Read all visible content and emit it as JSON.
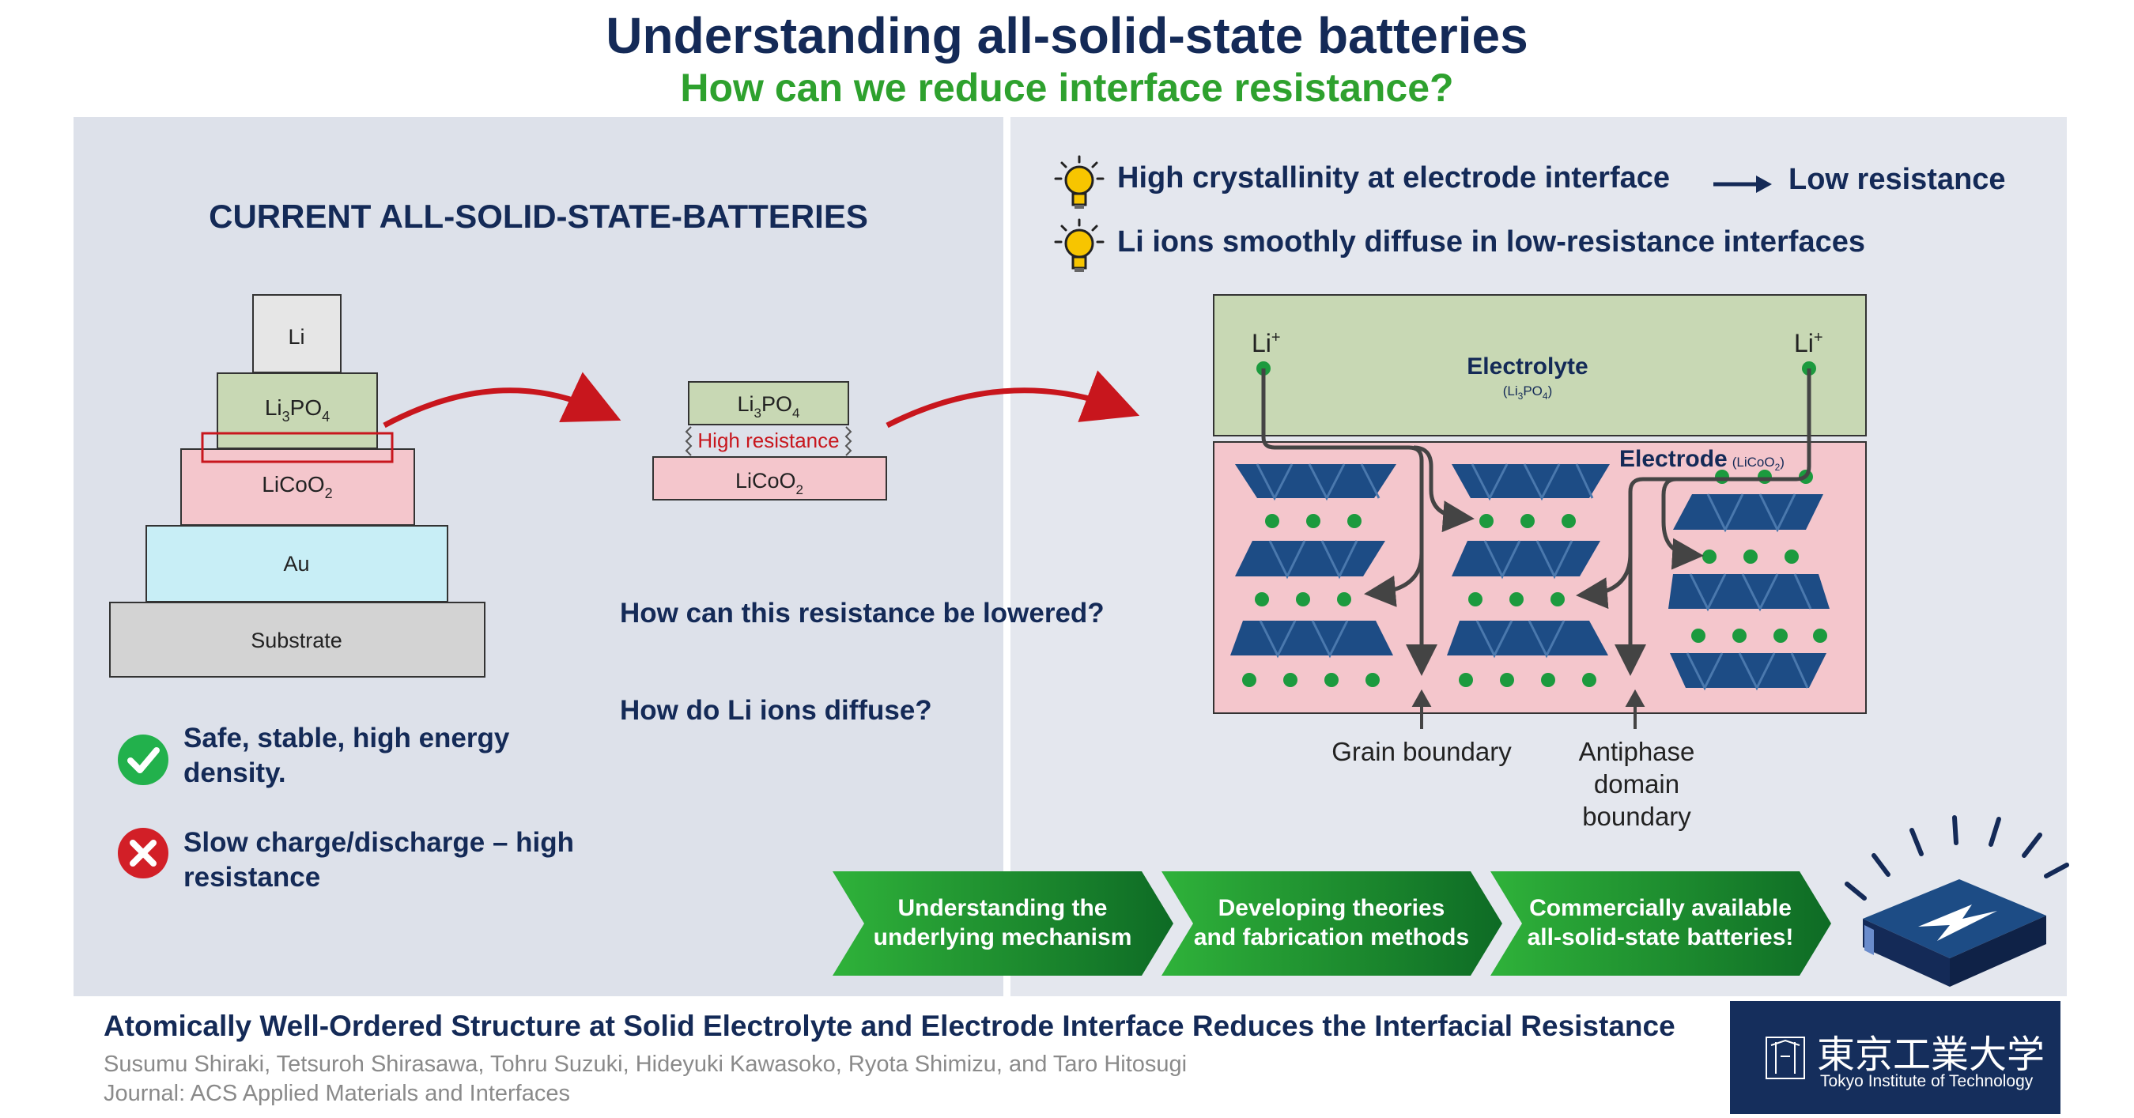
{
  "header": {
    "title": "Understanding all-solid-state batteries",
    "subtitle": "How can we reduce interface resistance?"
  },
  "left_panel": {
    "heading": "CURRENT ALL-SOLID-STATE-BATTERIES",
    "stack_layers": [
      "Li",
      "Li3PO4",
      "LiCoO2",
      "Au",
      "Substrate"
    ],
    "zoom": {
      "top_layer": "Li3PO4",
      "interface_label": "High resistance",
      "bottom_layer": "LiCoO2"
    },
    "questions": [
      "How can this resistance be lowered?",
      "How do Li ions diffuse?"
    ],
    "benefit": "Safe, stable, high energy density.",
    "drawback": "Slow charge/discharge – high resistance"
  },
  "right_panel": {
    "insight_1": "High crystallinity at electrode interface",
    "insight_1_result": "Low resistance",
    "insight_2": "Li ions smoothly diffuse in low-resistance interfaces",
    "diagram": {
      "ion_label_left": "Li",
      "ion_label_right": "Li",
      "ion_charge": "+",
      "electrolyte_label": "Electrolyte",
      "electrolyte_formula": "(Li3PO4)",
      "electrode_label": "Electrode",
      "electrode_formula": "(LiCoO2)",
      "grain_boundary_label": "Grain boundary",
      "antiphase_label": [
        "Antiphase",
        "domain",
        "boundary"
      ]
    },
    "steps": [
      {
        "line1": "Understanding the",
        "line2": "underlying mechanism"
      },
      {
        "line1": "Developing theories",
        "line2": "and fabrication methods"
      },
      {
        "line1": "Commercially available",
        "line2": "all-solid-state batteries!"
      }
    ]
  },
  "publication": {
    "title": "Atomically Well-Ordered Structure at Solid Electrolyte and Electrode Interface Reduces the Interfacial Resistance",
    "authors": "Susumu Shiraki, Tetsuroh Shirasawa, Tohru Suzuki, Hideyuki Kawasoko, Ryota Shimizu, and Taro Hitosugi",
    "journal": "Journal: ACS Applied Materials and Interfaces"
  },
  "logo": {
    "name_jp": "東京工業大学",
    "name_en": "Tokyo Institute of Technology"
  },
  "colors": {
    "navy": "#142a57",
    "green_subtitle": "#2ea12e",
    "electrolyte_fill": "#c8d8b4",
    "electrode_fill": "#f4c6cc",
    "gold_fill": "#c8eef6",
    "substrate_fill": "#d3d3d3",
    "crystal_blue": "#1d4c85",
    "li_ion_green": "#1c9a3e",
    "arrow_red": "#c8161d",
    "step_green": "#229a2d"
  }
}
